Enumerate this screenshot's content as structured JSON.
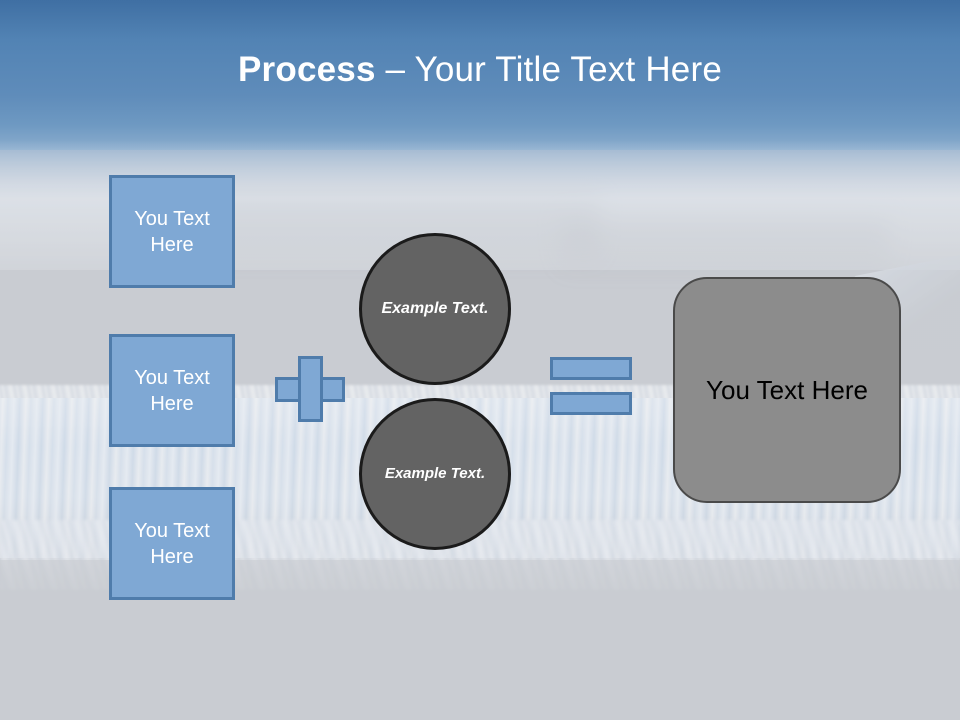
{
  "slide": {
    "title": {
      "bold_part": "Process",
      "rest_part": " – Your Title Text Here"
    },
    "background": {
      "description": "glacier-photo",
      "sky_color": "#5283b4",
      "ground_color": "#c9ccd1"
    }
  },
  "colors": {
    "accent_blue_fill": "#7fa8d4",
    "accent_blue_border": "#4f7cab",
    "circle_fill": "#636363",
    "circle_border": "#1b1b1b",
    "result_fill": "#8c8c8c",
    "result_border": "#4a4a4a",
    "title_text": "#ffffff",
    "box_text": "#ffffff",
    "result_text": "#000000"
  },
  "input_boxes": [
    {
      "label": "You Text Here"
    },
    {
      "label": "You Text Here"
    },
    {
      "label": "You Text Here"
    }
  ],
  "operators": {
    "plus": "+",
    "equals": "="
  },
  "circles": [
    {
      "label": "Example Text."
    },
    {
      "label": "Example Text."
    }
  ],
  "result": {
    "label": "You Text Here"
  }
}
